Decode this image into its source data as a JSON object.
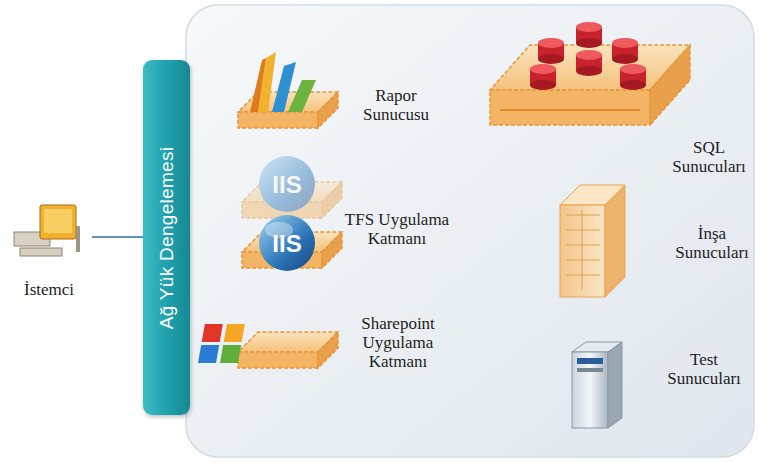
{
  "diagram": {
    "nodes": [
      {
        "text": [
          "İstemci"
        ]
      },
      {
        "text": [
          "Ağ Yük Dengelemesi"
        ]
      },
      {
        "text": [
          "Rapor Sunucusu"
        ]
      },
      {
        "text": [
          "SQL Sunucuları"
        ]
      },
      {
        "text": [
          "TFS Uygulama Katmanı"
        ]
      },
      {
        "text": [
          "İnşa Sunucuları"
        ]
      },
      {
        "text": [
          "Sharepoint Uygulama Katmanı"
        ]
      },
      {
        "text": [
          "Test Sunucuları"
        ]
      }
    ],
    "edges": [
      {
        "from": 0,
        "to": 1,
        "arrow": "none"
      }
    ]
  }
}
